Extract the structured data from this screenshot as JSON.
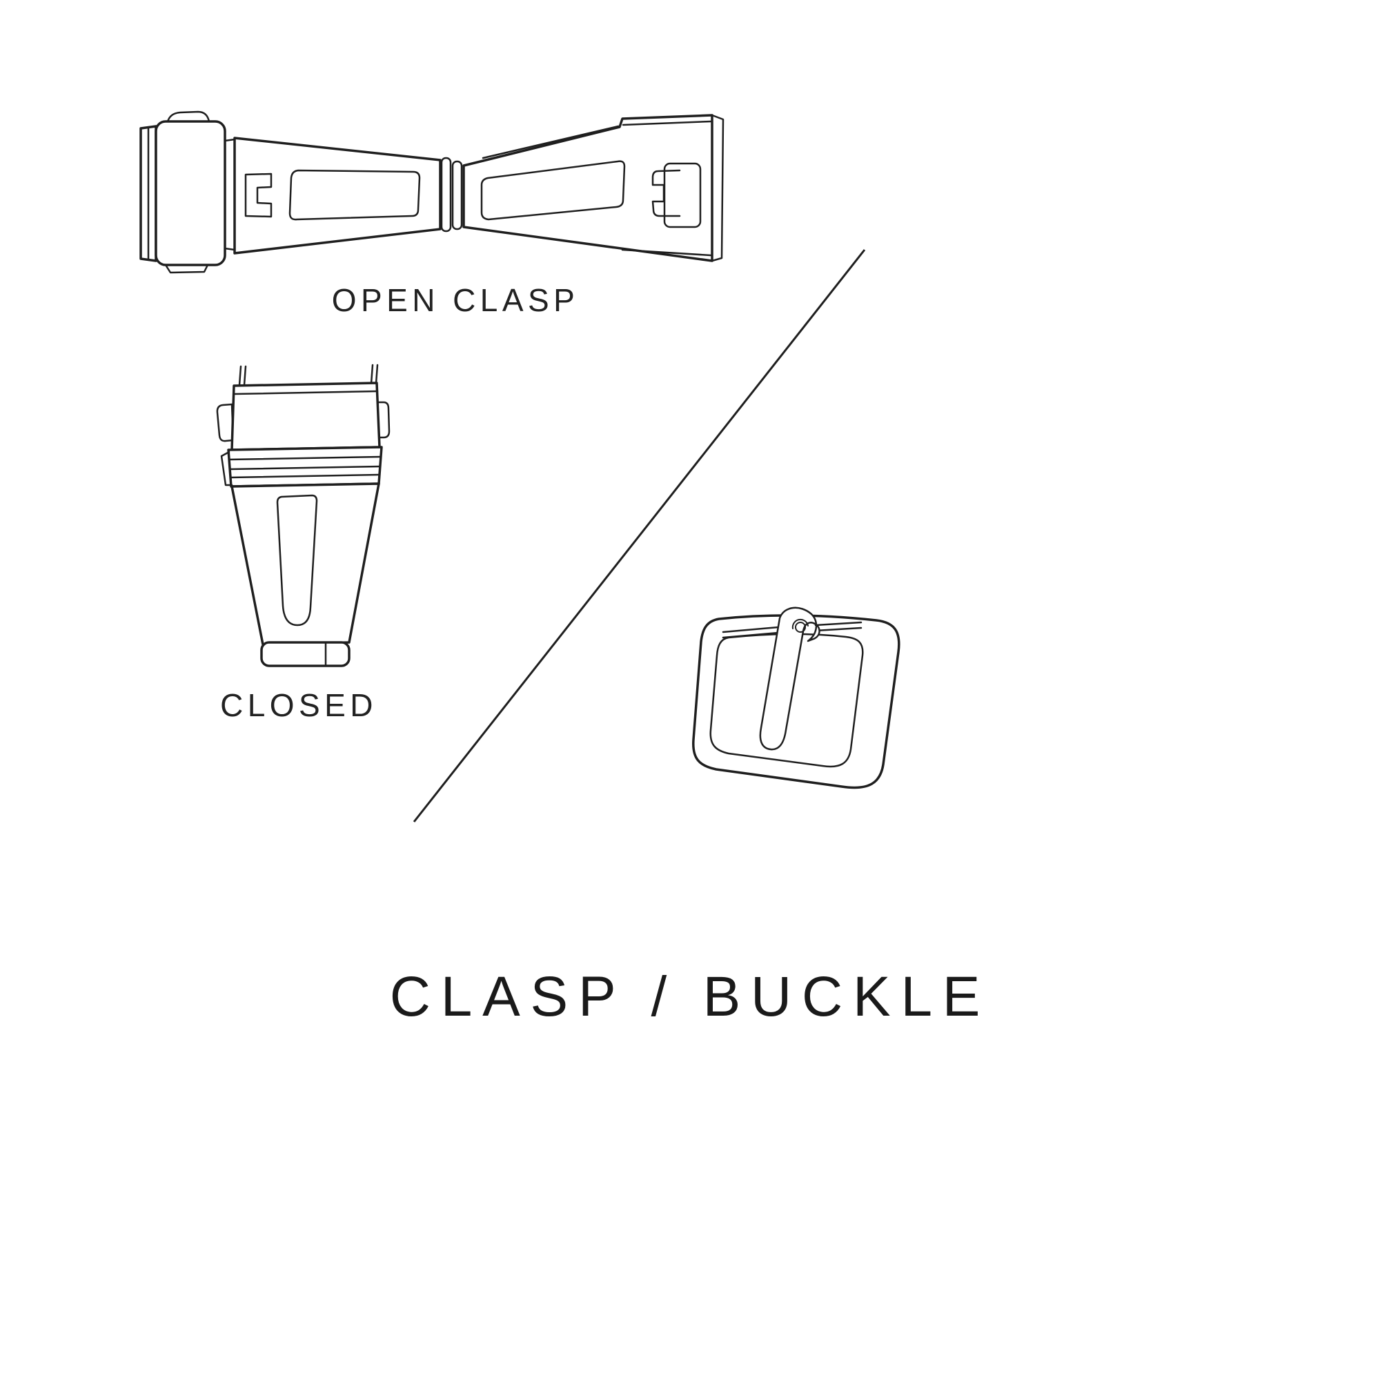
{
  "page": {
    "background": "#ffffff",
    "line_color": "#1f1f1f"
  },
  "title": "CLASP / BUCKLE",
  "figures": {
    "open_clasp": {
      "label": "OPEN CLASP"
    },
    "closed_clasp": {
      "label": "CLOSED"
    },
    "buckle": {
      "name": "buckle-illustration"
    }
  }
}
